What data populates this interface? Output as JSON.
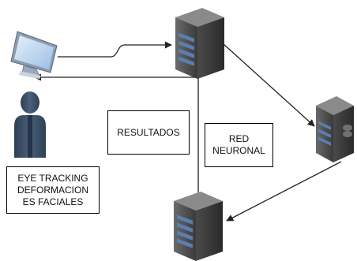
{
  "diagram": {
    "labels": {
      "resultados": "RESULTADOS",
      "red_neuronal": "RED\nNEURONAL",
      "eye_tracking": "EYE TRACKING\nDEFORMACION\nES FACIALES"
    },
    "nodes": {
      "monitor": "monitor-icon",
      "user": "user-icon",
      "server_top": "server-icon",
      "server_right": "server-icon",
      "server_bottom": "server-icon"
    },
    "colors": {
      "line": "#222222",
      "server_dark": "#3a3a3a",
      "server_mid": "#5b5b5b",
      "server_blue": "#5a7fb0",
      "person": "#3b4d63",
      "monitor_frame": "#7a8aa0",
      "monitor_screen": "#b9d3ee"
    }
  }
}
